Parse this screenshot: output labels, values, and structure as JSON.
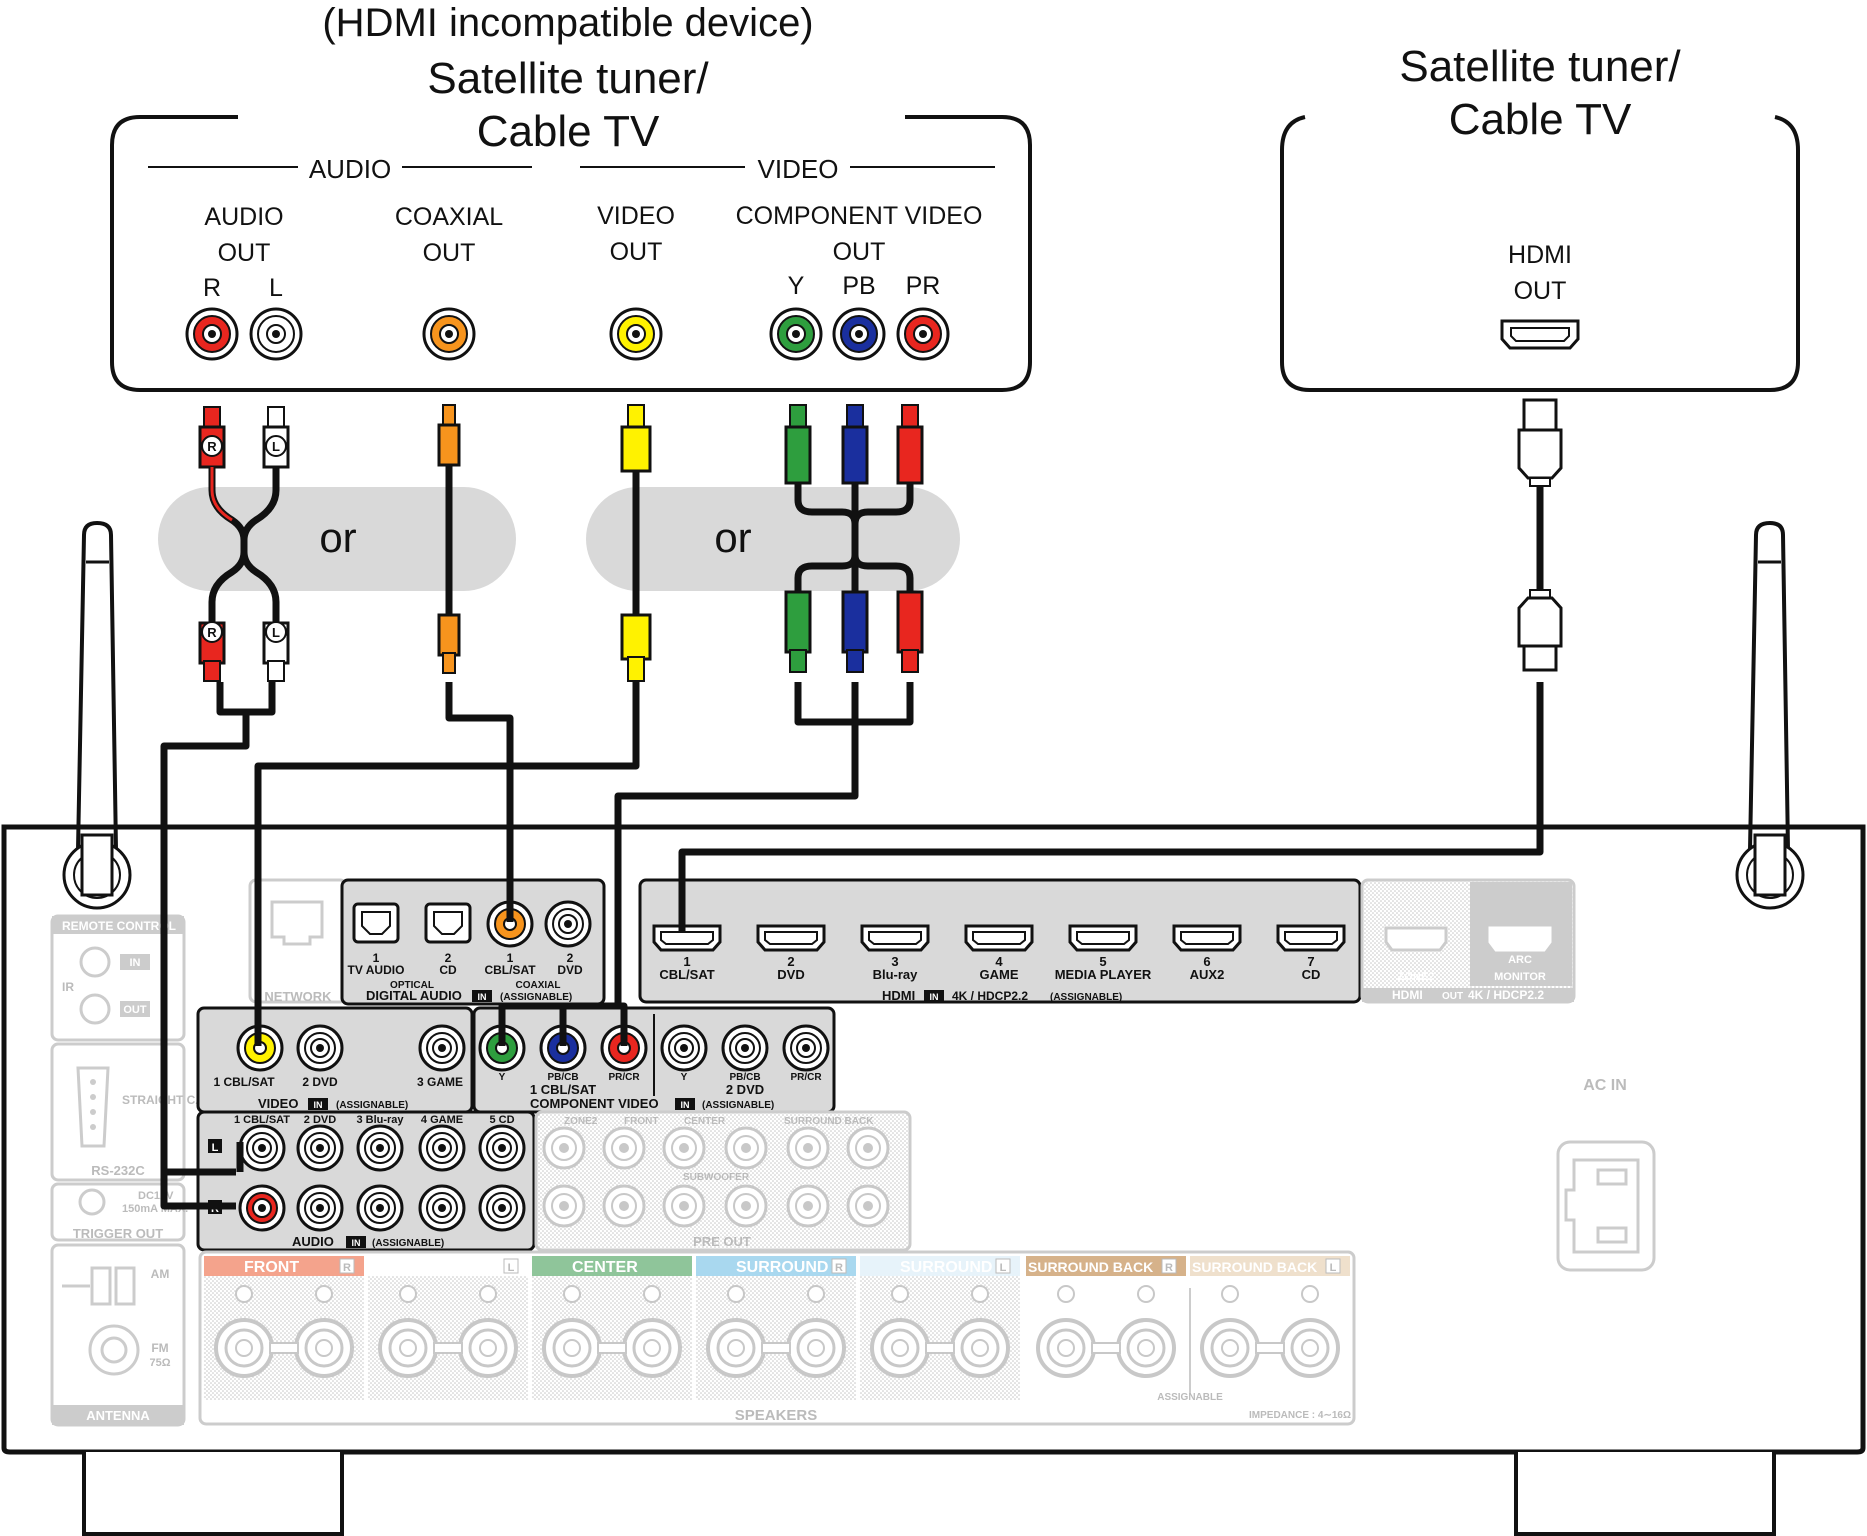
{
  "source_device": {
    "note": "(HDMI incompatible device)",
    "title_line1": "Satellite tuner/",
    "title_line2": "Cable TV",
    "group_audio": "AUDIO",
    "group_video": "VIDEO",
    "audio_out_line1": "AUDIO",
    "audio_out_line2": "OUT",
    "r_label": "R",
    "l_label": "L",
    "coaxial_line1": "COAXIAL",
    "coaxial_line2": "OUT",
    "video_line1": "VIDEO",
    "video_line2": "OUT",
    "component_line1": "COMPONENT VIDEO",
    "component_line2": "OUT",
    "y_label": "Y",
    "pb_label": "PB",
    "pr_label": "PR"
  },
  "hdmi_device": {
    "title_line1": "Satellite tuner/",
    "title_line2": "Cable TV",
    "hdmi_line1": "HDMI",
    "hdmi_line2": "OUT"
  },
  "cables": {
    "or_label": "or",
    "plug_r": "R",
    "plug_l": "L"
  },
  "receiver": {
    "remote_control": "REMOTE CONTROL",
    "ir": "IR",
    "in": "IN",
    "out": "OUT",
    "network": "NETWORK",
    "rs232": "RS-232C",
    "straight_cable": "STRAIGHT CABLE",
    "dc12v": "DC12V",
    "ma_max": "150mA MAX.",
    "trigger_out": "TRIGGER OUT",
    "am": "AM",
    "fm": "FM",
    "fm_ohm": "75Ω",
    "antenna": "ANTENNA",
    "ac_in": "AC IN",
    "digital_audio": {
      "optical_1": "1",
      "optical_1_name": "TV AUDIO",
      "optical_2": "2",
      "optical_2_name": "CD",
      "optical": "OPTICAL",
      "coax_1": "1",
      "coax_1_name": "CBL/SAT",
      "coax_2": "2",
      "coax_2_name": "DVD",
      "coaxial": "COAXIAL",
      "section_label": "DIGITAL AUDIO",
      "in_badge": "IN",
      "assignable": "(ASSIGNABLE)"
    },
    "hdmi_in": {
      "ports": [
        {
          "num": "1",
          "name": "CBL/SAT"
        },
        {
          "num": "2",
          "name": "DVD"
        },
        {
          "num": "3",
          "name": "Blu-ray"
        },
        {
          "num": "4",
          "name": "GAME"
        },
        {
          "num": "5",
          "name": "MEDIA PLAYER"
        },
        {
          "num": "6",
          "name": "AUX2"
        },
        {
          "num": "7",
          "name": "CD"
        }
      ],
      "section_label": "HDMI",
      "in_badge": "IN",
      "spec": "4K / HDCP2.2",
      "assignable": "(ASSIGNABLE)"
    },
    "hdmi_out": {
      "zone2": "ZONE2",
      "arc": "ARC",
      "monitor": "MONITOR",
      "section_label": "HDMI",
      "out_badge": "OUT",
      "spec": "4K / HDCP2.2"
    },
    "video_in": {
      "jack1": "1 CBL/SAT",
      "jack2": "2 DVD",
      "jack3": "3 GAME",
      "section_label": "VIDEO",
      "in_badge": "IN",
      "assignable": "(ASSIGNABLE)"
    },
    "component_in": {
      "y": "Y",
      "pb": "PB/CB",
      "pr": "PR/CR",
      "group1": "1 CBL/SAT",
      "group2": "2 DVD",
      "section_label": "COMPONENT VIDEO",
      "in_badge": "IN",
      "assignable": "(ASSIGNABLE)"
    },
    "audio_in": {
      "cols": [
        "1 CBL/SAT",
        "2 DVD",
        "3 Blu-ray",
        "4 GAME",
        "5 CD"
      ],
      "l_badge": "L",
      "r_badge": "R",
      "section_label": "AUDIO",
      "in_badge": "IN",
      "assignable": "(ASSIGNABLE)"
    },
    "pre_out": {
      "zone2": "ZONE2",
      "front": "FRONT",
      "center": "CENTER",
      "subwoofer": "SUBWOOFER",
      "surround_back": "SURROUND BACK",
      "section_label": "PRE OUT"
    },
    "speakers": {
      "groups": [
        {
          "label": "FRONT",
          "ch": "R",
          "color": "#f4a38c"
        },
        {
          "label": "FRONT",
          "ch": "L",
          "color": "#ffffff"
        },
        {
          "label": "CENTER",
          "ch": "",
          "color": "#8fc59a"
        },
        {
          "label": "SURROUND",
          "ch": "R",
          "color": "#a9d8ef"
        },
        {
          "label": "SURROUND",
          "ch": "L",
          "color": "#e7f3fa"
        },
        {
          "label": "SURROUND BACK",
          "ch": "R",
          "color": "#d6b28a"
        },
        {
          "label": "SURROUND BACK",
          "ch": "L",
          "color": "#efe0cc"
        }
      ],
      "assignable": "ASSIGNABLE",
      "impedance": "IMPEDANCE : 4∼16Ω",
      "section_label": "SPEAKERS"
    }
  },
  "colors": {
    "red": "#e8261f",
    "white": "#ffffff",
    "orange": "#f7941d",
    "yellow": "#fff200",
    "green": "#2e9e3e",
    "blue": "#1a2f9e",
    "panel_dark": "#d9d9d9",
    "faded": "#bdbdbd"
  }
}
